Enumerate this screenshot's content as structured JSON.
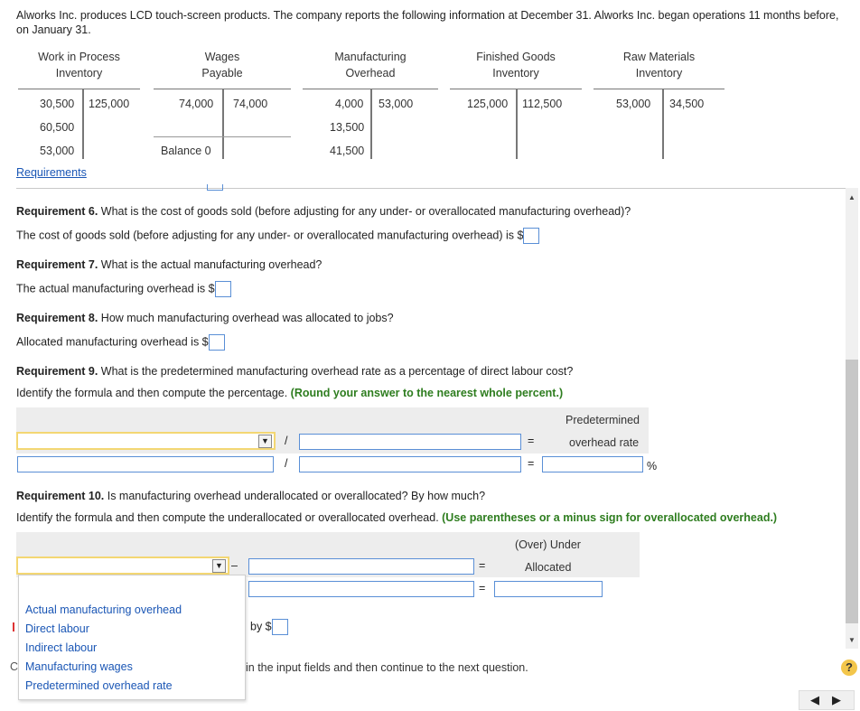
{
  "intro": "Alworks Inc. produces LCD touch-screen products. The company reports the following information at December 31. Alworks Inc. began operations 11 months before, on January 31.",
  "accounts": [
    {
      "line1": "Work in Process",
      "line2": "Inventory",
      "left": [
        "30,500",
        "60,500",
        "53,000"
      ],
      "right": [
        "125,000"
      ]
    },
    {
      "line1": "Wages",
      "line2": "Payable",
      "left": [
        "74,000",
        "",
        "Balance 0"
      ],
      "right": [
        "74,000"
      ]
    },
    {
      "line1": "Manufacturing",
      "line2": "Overhead",
      "left": [
        "4,000",
        "13,500",
        "41,500"
      ],
      "right": [
        "53,000"
      ]
    },
    {
      "line1": "Finished Goods",
      "line2": "Inventory",
      "left": [
        "125,000"
      ],
      "right": [
        "112,500"
      ]
    },
    {
      "line1": "Raw Materials",
      "line2": "Inventory",
      "left": [
        "53,000"
      ],
      "right": [
        "34,500"
      ]
    }
  ],
  "requirements_link": "Requirements",
  "q6": {
    "title": "Requirement 6.",
    "text": " What is the cost of goods sold (before adjusting for any under- or overallocated manufacturing overhead)?",
    "answer": "The cost of goods sold (before adjusting for any under- or overallocated manufacturing overhead) is $"
  },
  "q7": {
    "title": "Requirement 7.",
    "text": " What is the actual manufacturing overhead?",
    "answer": "The actual manufacturing overhead is $"
  },
  "q8": {
    "title": "Requirement 8.",
    "text": " How much manufacturing overhead was allocated to jobs?",
    "answer": "Allocated manufacturing overhead is $"
  },
  "q9": {
    "title": "Requirement 9.",
    "text": " What is the predetermined manufacturing overhead rate as a percentage of direct labour cost?",
    "instr": "Identify the formula and then compute the percentage. ",
    "hint": "(Round your answer to the nearest whole percent.)",
    "hdr1": "Predetermined",
    "hdr2": "overhead rate",
    "slash": "/",
    "equals": "=",
    "percent": "%"
  },
  "q10": {
    "title": "Requirement 10.",
    "text": " Is manufacturing overhead underallocated or overallocated? By how much?",
    "instr": "Identify the formula and then compute the underallocated or overallocated overhead. ",
    "hint": "(Use parentheses or a minus sign for overallocated overhead.)",
    "hdr1": "(Over) Under",
    "hdr2": "Allocated",
    "minus": "–",
    "equals": "=",
    "by": "by $"
  },
  "dropdown_options": [
    "Actual manufacturing overhead",
    "Direct labour",
    "Indirect labour",
    "Manufacturing wages",
    "Predetermined overhead rate"
  ],
  "footer": "in the input fields and then continue to the next question."
}
